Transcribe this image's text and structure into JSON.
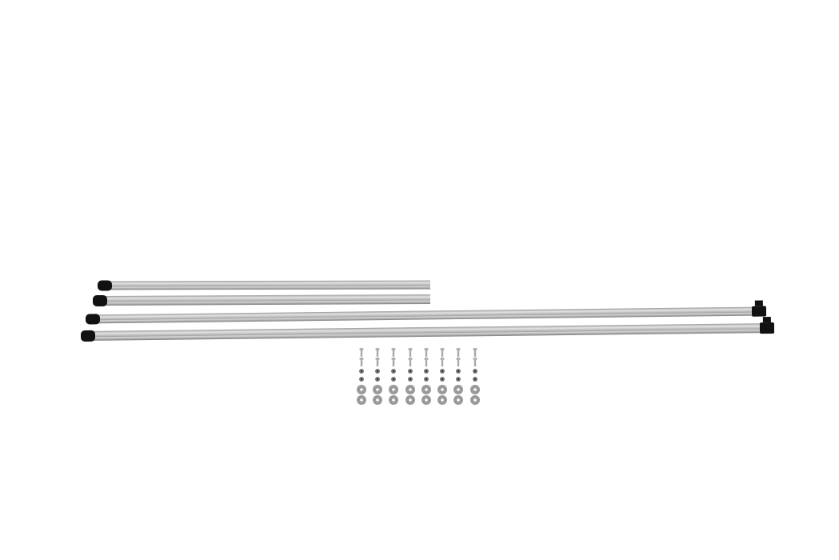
{
  "photo": {
    "background_color": "#ffffff",
    "rod_color": "#b9b9b9",
    "rod_highlight_color": "#e2e2e2",
    "rod_shadow_color": "#8c8c8c",
    "end_cap_color": "#111111",
    "hardware_color": "#9a9a9a",
    "rod_count": 4,
    "hardware_columns": 8,
    "hardware_rows": [
      "bolt",
      "bolt",
      "nut",
      "nut",
      "washer",
      "washer"
    ]
  }
}
